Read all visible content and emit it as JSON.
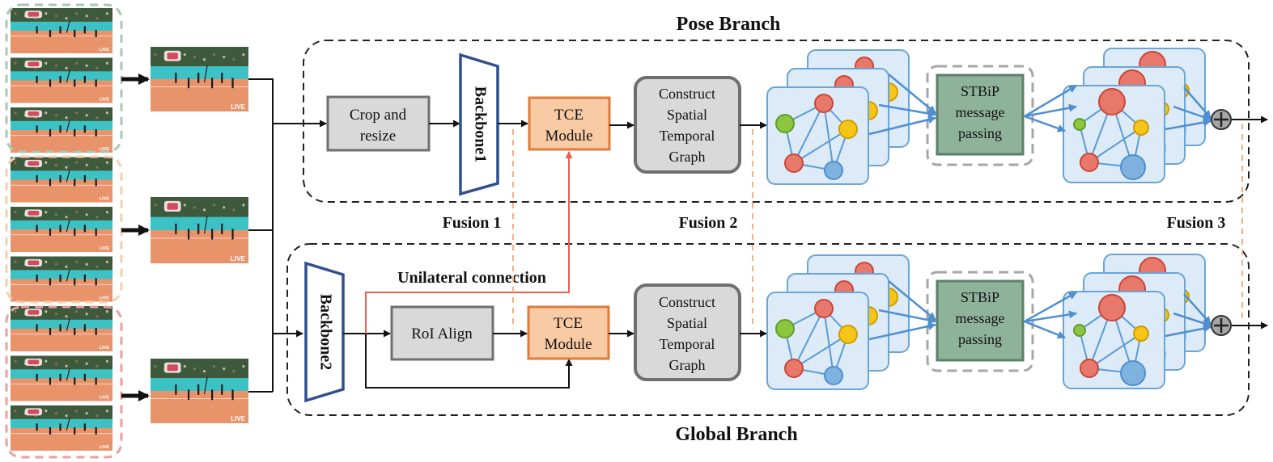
{
  "branches": {
    "pose_title": "Pose Branch",
    "global_title": "Global Branch"
  },
  "modules": {
    "crop_resize": [
      "Crop and",
      "resize"
    ],
    "backbone1": "Backbone1",
    "backbone2": "Backbone2",
    "tce_top": [
      "TCE",
      "Module"
    ],
    "tce_bottom": [
      "TCE",
      "Module"
    ],
    "construct_top": [
      "Construct",
      "Spatial",
      "Temporal",
      "Graph"
    ],
    "construct_bottom": [
      "Construct",
      "Spatial",
      "Temporal",
      "Graph"
    ],
    "roi_align": "RoI Align",
    "stbip_top": [
      "STBiP",
      "message",
      "passing"
    ],
    "stbip_bottom": [
      "STBiP",
      "message",
      "passing"
    ]
  },
  "annotations": {
    "fusion1": "Fusion 1",
    "fusion2": "Fusion 2",
    "fusion3": "Fusion 3",
    "unilateral": "Unilateral connection"
  },
  "frame_overlay": "LIVE",
  "colors": {
    "group_green": "#a8c8b2",
    "group_peach": "#f3cfae",
    "group_pink": "#ec9f9e",
    "gray_box": "#d9d9d9",
    "gray_border": "#6f6f6f",
    "tce_fill": "#f8cba5",
    "tce_border": "#e07b3a",
    "stbip_fill": "#8fb29b",
    "stbip_border": "#5b7f68",
    "backbone_border": "#2f4f8f",
    "graph_panel": "#dcebf7",
    "graph_border": "#6aa5d5",
    "graph_edge": "#5b9bd5",
    "node_red": "#e8786a",
    "node_yellow": "#f5c518",
    "node_green": "#8cc63f",
    "node_blue": "#7fb2de",
    "fusion_line": "#f4b183",
    "unilateral_line": "#e8604c"
  }
}
